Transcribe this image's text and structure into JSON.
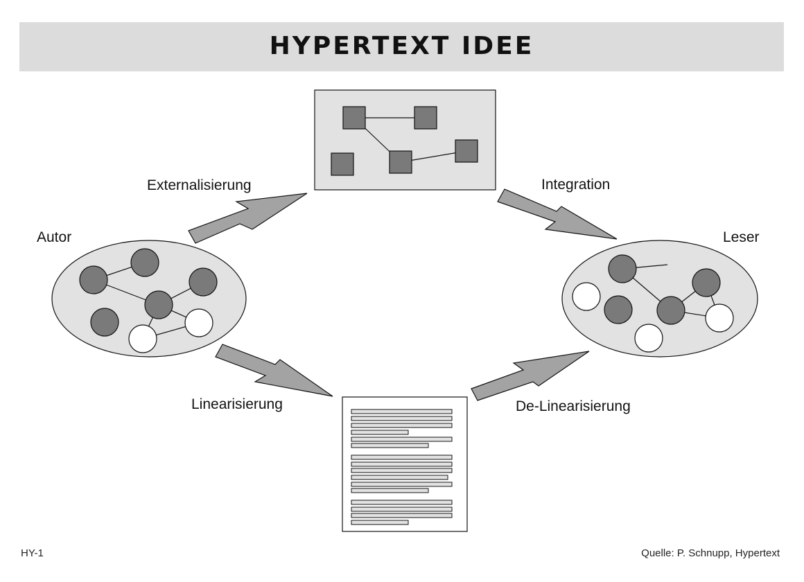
{
  "title": "HYPERTEXT IDEE",
  "labels": {
    "externalisierung": "Externalisierung",
    "integration": "Integration",
    "autor": "Autor",
    "leser": "Leser",
    "linearisierung": "Linearisierung",
    "de_linearisierung": "De-Linearisierung"
  },
  "footer": {
    "page_id": "HY-1",
    "source": "Quelle: P. Schnupp, Hypertext"
  },
  "colors": {
    "background": "#ffffff",
    "panel_fill": "#e2e2e2",
    "node_dark": "#7a7a7a",
    "node_light": "#ffffff",
    "arrow_fill": "#a3a3a3",
    "outline": "#111111"
  }
}
